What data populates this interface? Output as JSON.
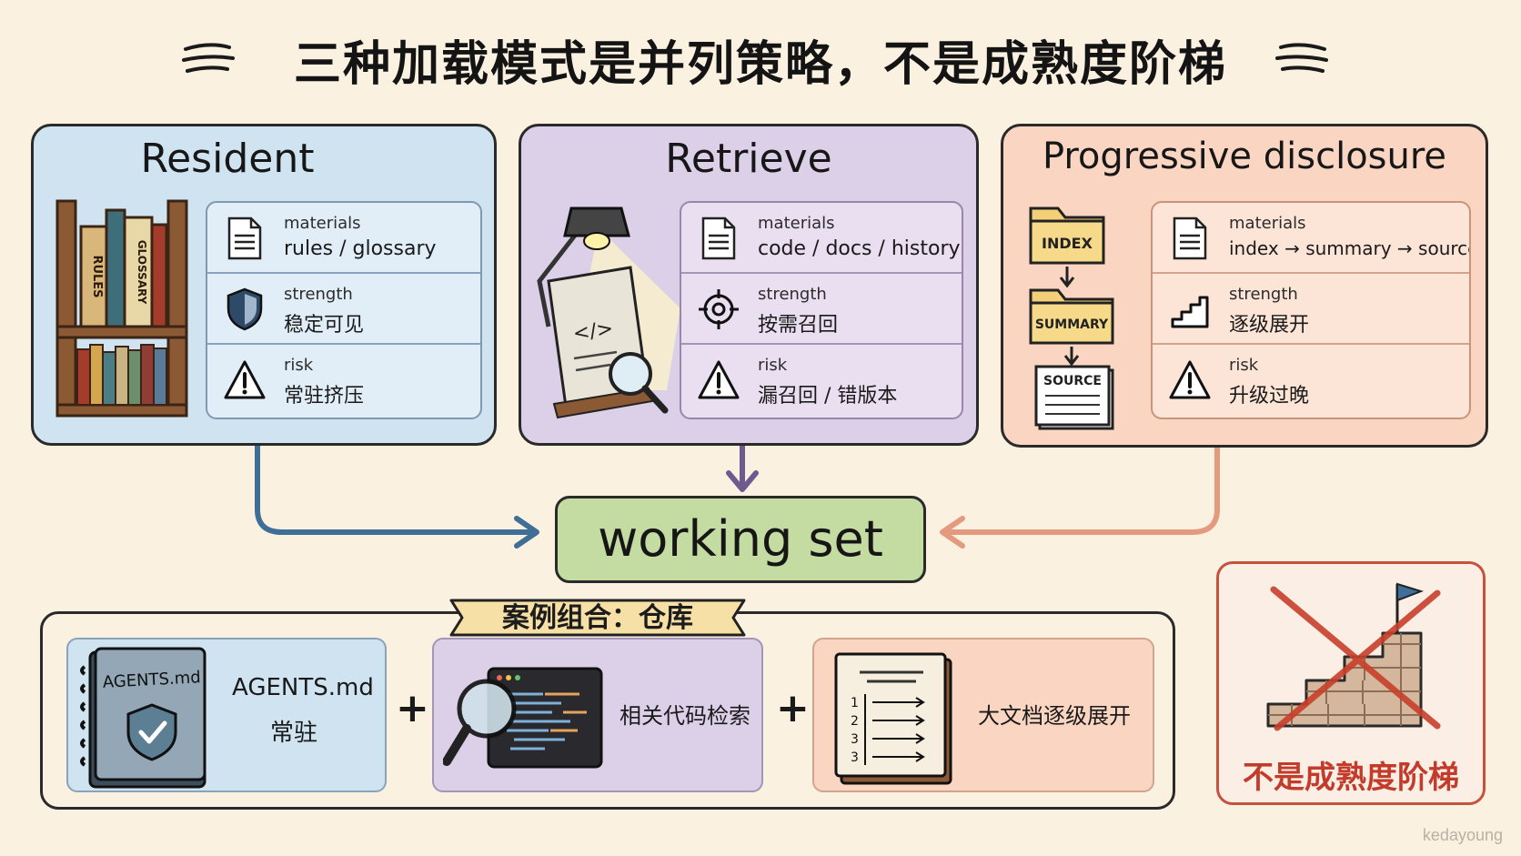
{
  "title": "三种加载模式是并列策略，不是成熟度阶梯",
  "panels": {
    "resident": {
      "title": "Resident",
      "illustration": {
        "book1": "RULES",
        "book2": "GLOSSARY"
      },
      "rows": [
        {
          "label": "materials",
          "value": "rules / glossary",
          "icon": "document-icon"
        },
        {
          "label": "strength",
          "value": "稳定可见",
          "icon": "shield-icon"
        },
        {
          "label": "risk",
          "value": "常驻挤压",
          "icon": "warning-icon"
        }
      ]
    },
    "retrieve": {
      "title": "Retrieve",
      "rows": [
        {
          "label": "materials",
          "value": "code / docs / history",
          "icon": "document-icon"
        },
        {
          "label": "strength",
          "value": "按需召回",
          "icon": "target-icon"
        },
        {
          "label": "risk",
          "value": "漏召回 / 错版本",
          "icon": "warning-icon"
        }
      ]
    },
    "progressive": {
      "title": "Progressive disclosure",
      "illustration": {
        "folder1": "INDEX",
        "folder2": "SUMMARY",
        "doc": "SOURCE"
      },
      "rows": [
        {
          "label": "materials",
          "value": "index → summary → source",
          "icon": "document-icon"
        },
        {
          "label": "strength",
          "value": "逐级展开",
          "icon": "stairs-icon"
        },
        {
          "label": "risk",
          "value": "升级过晚",
          "icon": "warning-icon"
        }
      ]
    }
  },
  "working_set": "working set",
  "case": {
    "banner": "案例组合：仓库",
    "items": [
      {
        "line1": "AGENTS.md",
        "line2": "常驻",
        "icon_label": "AGENTS.md"
      },
      {
        "line1": "相关代码检索"
      },
      {
        "line1": "大文档逐级展开",
        "toc": [
          "1",
          "2",
          "3",
          "3"
        ]
      }
    ],
    "plus": "+"
  },
  "not_ladder": "不是成熟度阶梯",
  "watermark": "kedayoung",
  "colors": {
    "blue": "#cfe3f1",
    "purple": "#dccfe8",
    "orange": "#f9d5c2",
    "green": "#c4dba2",
    "arrow_blue": "#3f6f96",
    "arrow_purple": "#6e5a8f",
    "arrow_orange": "#e39a7f",
    "red": "#c33b2a"
  }
}
